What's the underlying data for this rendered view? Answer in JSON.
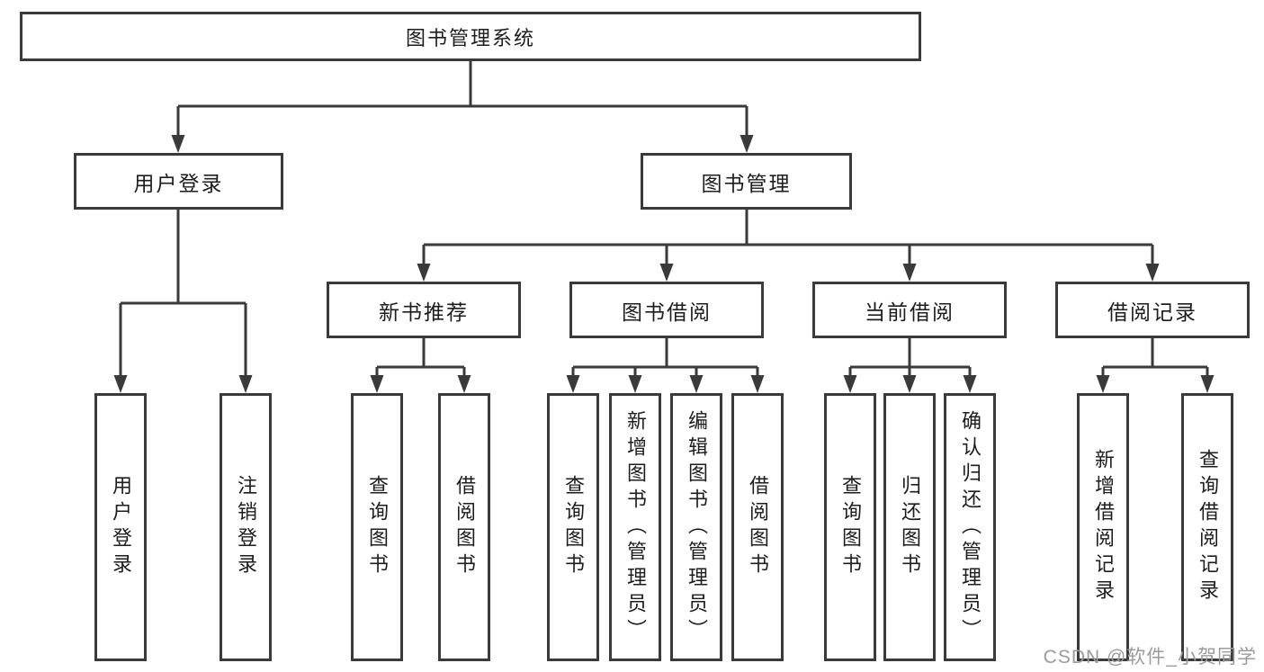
{
  "diagram": {
    "root": "图书管理系统",
    "level2": {
      "user_login": "用户登录",
      "book_mgmt": "图书管理"
    },
    "level3": {
      "new_books": "新书推荐",
      "book_borrow": "图书借阅",
      "current_borrow": "当前借阅",
      "borrow_records": "借阅记录"
    },
    "leaves": {
      "user_login": [
        "用户登录",
        "注销登录"
      ],
      "new_books": [
        "查询图书",
        "借阅图书"
      ],
      "book_borrow": [
        "查询图书",
        "新增图书（管理员）",
        "编辑图书（管理员）",
        "借阅图书"
      ],
      "current_borrow": [
        "查询图书",
        "归还图书",
        "确认归还（管理员）"
      ],
      "borrow_records": [
        "新增借阅记录",
        "查询借阅记录"
      ]
    }
  },
  "colors": {
    "line": "#3a3a3a",
    "box_border": "#3a3a3a",
    "text": "#1d1d1d",
    "watermark": "#9b9b9b",
    "background": "#ffffff"
  },
  "watermark": "CSDN @软件_小贺同学"
}
